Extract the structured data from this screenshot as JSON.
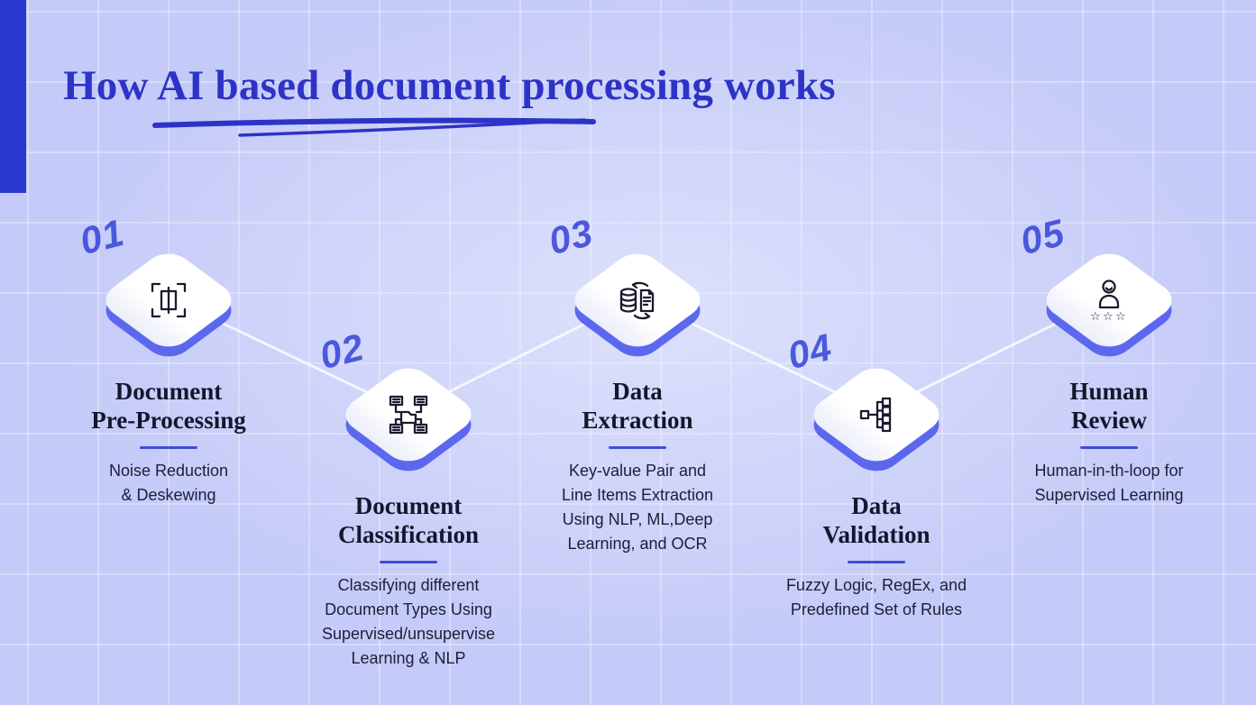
{
  "title": {
    "text": "How AI based document processing works"
  },
  "colors": {
    "background": "#c5cbf8",
    "grid_line": "#dfe3fc",
    "accent_left_bar": "#2b38cf",
    "title_blue": "#2d33c6",
    "number_blue": "#4b58dd",
    "diamond_shadow": "#5b68ee",
    "diamond_face": "#ffffff",
    "heading_text": "#14162d",
    "body_text": "#1c1e38",
    "connector_line": "#f8f9ff",
    "step_underline": "#3f4bdb"
  },
  "steps": [
    {
      "number": "01",
      "title": "Document\nPre-Processing",
      "description": "Noise Reduction\n& Deskewing",
      "icon": "compare-documents-icon"
    },
    {
      "number": "02",
      "title": "Document\nClassification",
      "description": "Classifying different\nDocument Types Using\nSupervised/unsupervise\nLearning & NLP",
      "icon": "folder-classification-icon"
    },
    {
      "number": "03",
      "title": "Data\nExtraction",
      "description": "Key-value Pair and\nLine Items Extraction\nUsing NLP, ML,Deep\nLearning, and OCR",
      "icon": "database-document-sync-icon"
    },
    {
      "number": "04",
      "title": "Data\nValidation",
      "description": "Fuzzy Logic, RegEx, and\nPredefined Set of Rules",
      "icon": "hierarchy-tree-icon"
    },
    {
      "number": "05",
      "title": "Human\nReview",
      "description": "Human-in-th-loop for\nSupervised Learning",
      "icon": "person-rating-icon"
    }
  ]
}
